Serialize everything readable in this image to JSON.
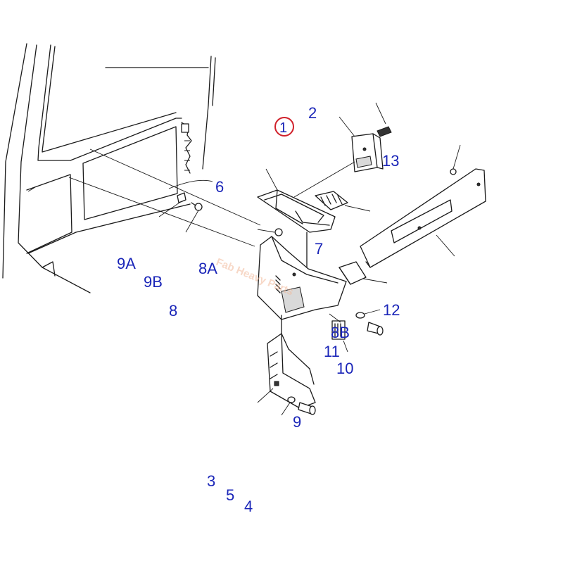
{
  "diagram": {
    "callouts": {
      "c1": "1",
      "c2": "2",
      "c3": "3",
      "c4": "4",
      "c5": "5",
      "c6": "6",
      "c7": "7",
      "c8": "8",
      "c8a": "8A",
      "c8b": "8B",
      "c9": "9",
      "c9a": "9A",
      "c9b": "9B",
      "c10": "10",
      "c11": "11",
      "c12": "12",
      "c13": "13"
    },
    "highlighted_callout": "1",
    "watermark": "Fab Heavy Parts",
    "colors": {
      "callout_text": "#1a25b8",
      "highlight_ring": "#d0202a",
      "line_art": "#1a1a1a",
      "watermark": "#f2b99a"
    }
  }
}
